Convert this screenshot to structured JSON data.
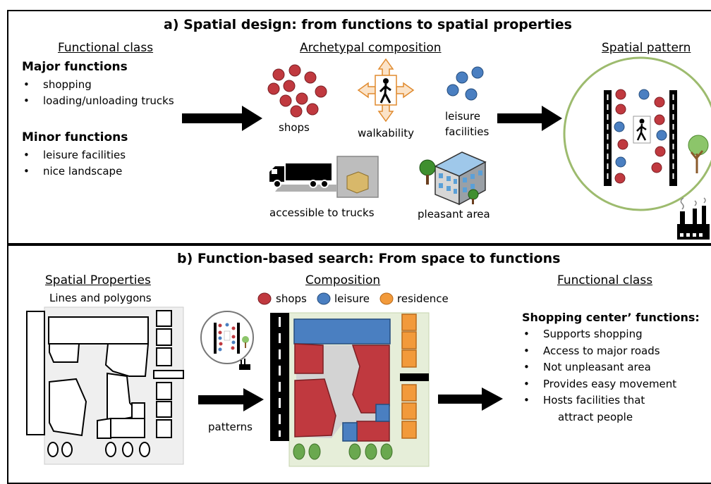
{
  "panel_a": {
    "title": "a) Spatial design: from functions to spatial properties",
    "functional_class_header": "Functional class",
    "major_title": "Major functions",
    "major_items": [
      "shopping",
      "loading/unloading trucks"
    ],
    "minor_title": "Minor functions",
    "minor_items": [
      "leisure facilities",
      "nice landscape"
    ],
    "archetypal_header": "Archetypal composition",
    "labels": {
      "shops": "shops",
      "walkability": "walkability",
      "leisure_line1": "leisure",
      "leisure_line2": "facilities",
      "trucks": "accessible to trucks",
      "pleasant": "pleasant area"
    },
    "spatial_pattern_header": "Spatial pattern"
  },
  "panel_b": {
    "title": "b) Function-based search: From space to functions",
    "spatial_properties_header": "Spatial Properties",
    "spatial_properties_sub": "Lines and polygons",
    "composition_header": "Composition",
    "legend": [
      {
        "label": "shops",
        "color": "#c0393f"
      },
      {
        "label": "leisure",
        "color": "#4a7fc1"
      },
      {
        "label": "residence",
        "color": "#f29a3b"
      }
    ],
    "patterns_label": "patterns",
    "functional_class_header": "Functional class",
    "functions_title": "Shopping center’ functions:",
    "functions": [
      "Supports shopping",
      "Access to major roads",
      "Not unpleasant area",
      "Provides easy movement"
    ],
    "functions_last_line1": "Hosts facilities that",
    "functions_last_line2": "attract people"
  },
  "colors": {
    "shop": "#c0393f",
    "leisure": "#4a7fc1",
    "residence": "#f29a3b",
    "circle_border": "#9dbb6e",
    "tree_green": "#6aa84f",
    "arrow": "#000000"
  }
}
